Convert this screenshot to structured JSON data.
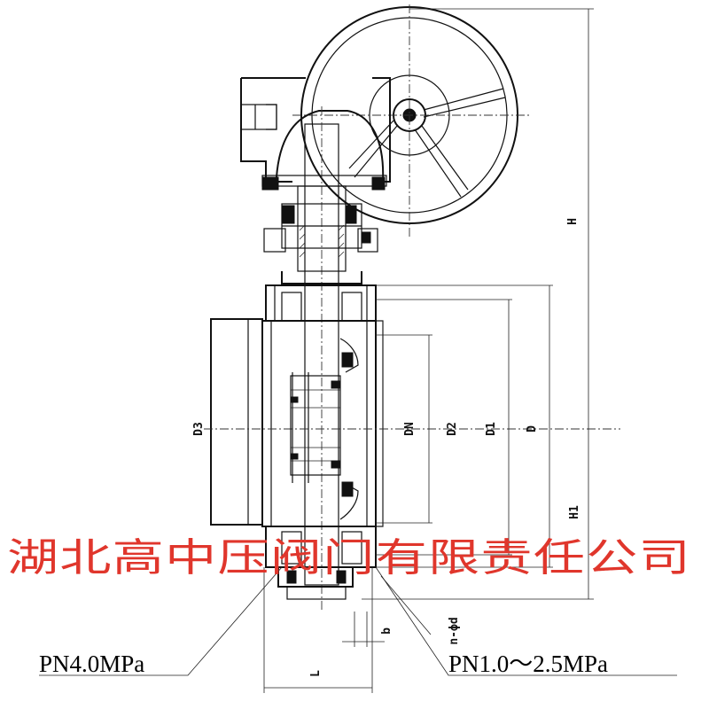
{
  "watermark": "湖北高中压阀门有限责任公司",
  "labels": {
    "pn_left": "PN4.0MPa",
    "pn_right": "PN1.0～2.5MPa",
    "dim_H": "H",
    "dim_H1": "H1",
    "dim_D": "D",
    "dim_D1": "D1",
    "dim_D2": "D2",
    "dim_DN": "DN",
    "dim_D3": "D3",
    "dim_L": "L",
    "dim_b": "b",
    "dim_n_d": "n-ϕd"
  },
  "icons": {
    "handwheel": "handwheel-icon",
    "valve_body": "butterfly-valve-body"
  }
}
